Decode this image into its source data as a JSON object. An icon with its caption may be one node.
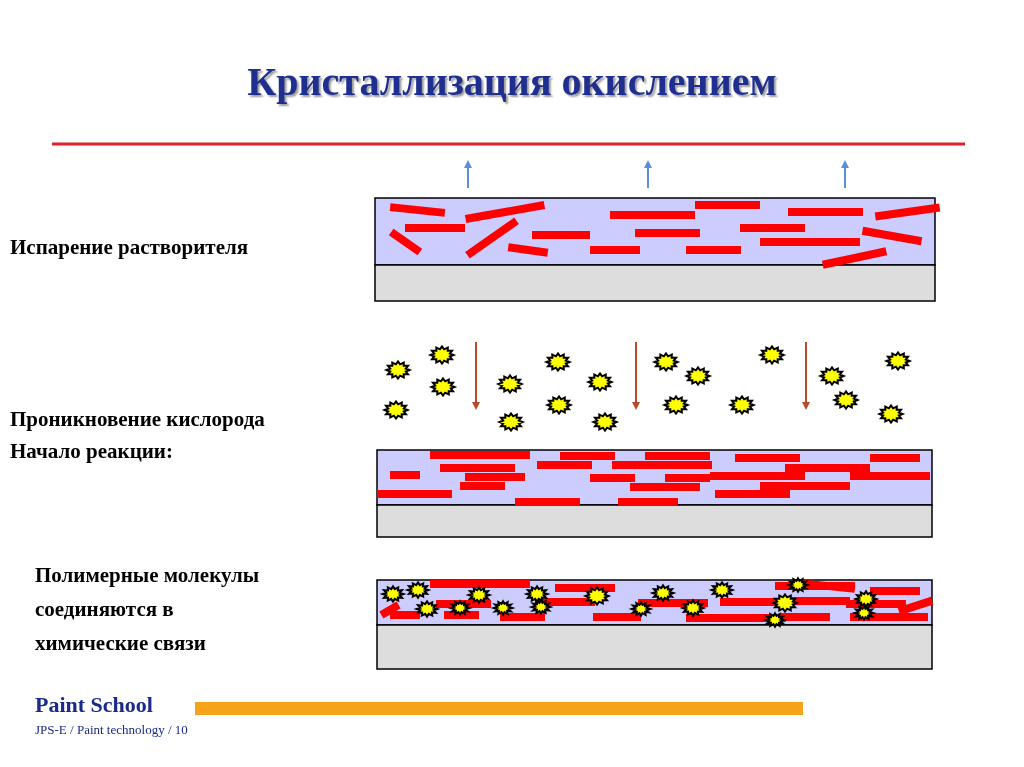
{
  "diagram": {
    "title": "Кристаллизация окислением",
    "labels": [
      "Испарение растворителя",
      "Проникновение кислорода",
      "Начало реакции:",
      "Полимерные молекулы соединяются в химические связи",
      "Paint School",
      "JPS-E / Paint technology / 10"
    ]
  }
}
